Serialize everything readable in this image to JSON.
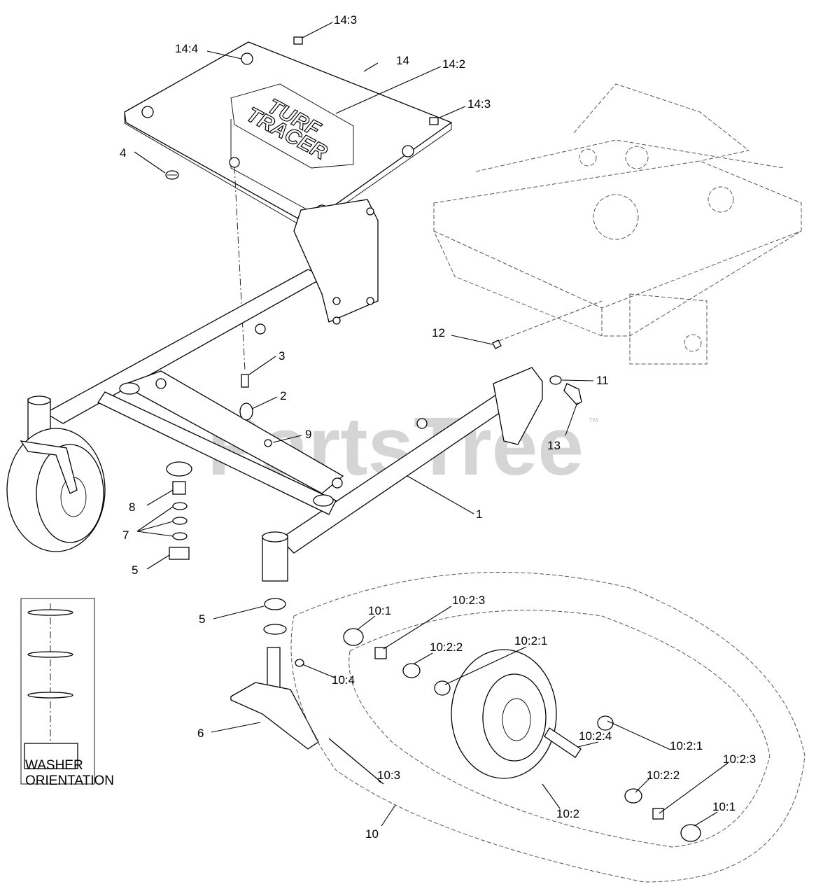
{
  "watermark": {
    "text": "PartsTree",
    "trademark": "™"
  },
  "plate_logo": {
    "line1": "TURF",
    "line2": "TRACER"
  },
  "washer_note": {
    "line1": "WASHER",
    "line2": "ORIENTATION"
  },
  "callouts": {
    "c14_3_top": "14:3",
    "c14_4": "14:4",
    "c14": "14",
    "c14_2": "14:2",
    "c14_3_right": "14:3",
    "c4": "4",
    "c3": "3",
    "c2": "2",
    "c9": "9",
    "c12": "12",
    "c11": "11",
    "c13": "13",
    "c1": "1",
    "c8": "8",
    "c7": "7",
    "c5_upper": "5",
    "c5_lower": "5",
    "c6": "6",
    "c10_1_left": "10:1",
    "c10_2_3_top": "10:2:3",
    "c10_2_2_top": "10:2:2",
    "c10_2_1_top": "10:2:1",
    "c10_4": "10:4",
    "c10_2_4": "10:2:4",
    "c10_2_1_bottom": "10:2:1",
    "c10_3": "10:3",
    "c10_2_3_bottom": "10:2:3",
    "c10_2_2_bottom": "10:2:2",
    "c10_2": "10:2",
    "c10_1_right": "10:1",
    "c10": "10"
  }
}
